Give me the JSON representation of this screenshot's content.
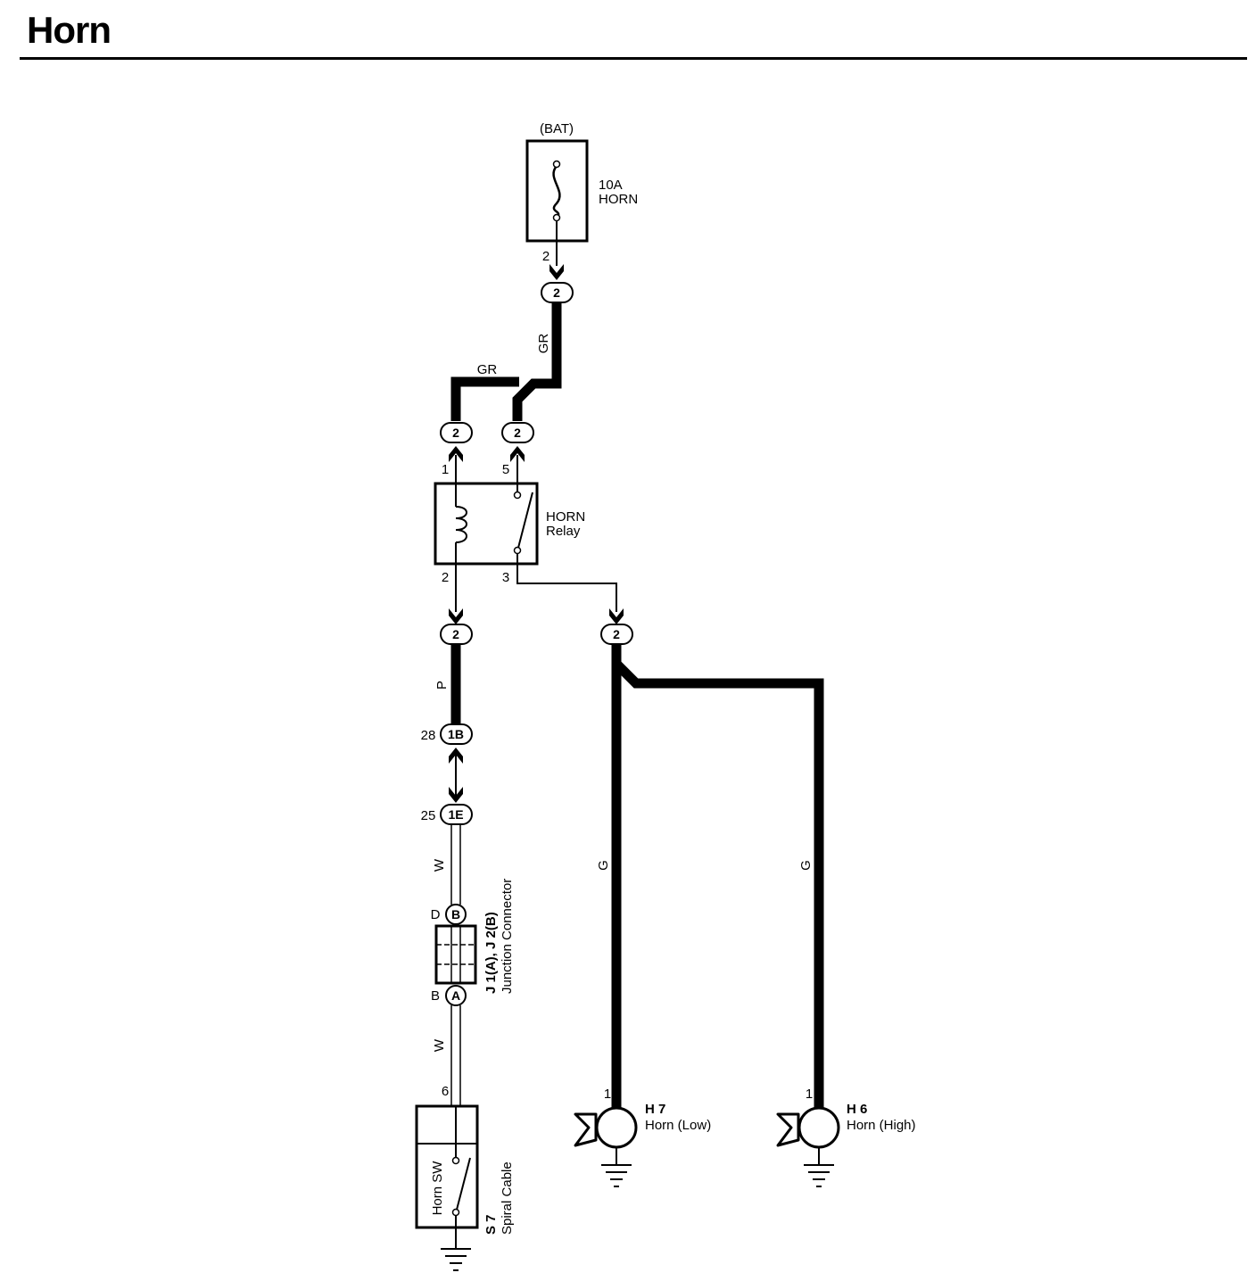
{
  "title": "Horn",
  "fuse": {
    "source": "(BAT)",
    "rating": "10A",
    "name": "HORN",
    "pin": "2"
  },
  "wires": {
    "gr_vertical": "GR",
    "gr_horizontal": "GR",
    "pink": "P",
    "white_upper": "W",
    "white_lower": "W",
    "green_left": "G",
    "green_right": "G"
  },
  "connectors": {
    "fuse_out": "2",
    "relay_pin1_conn": "2",
    "relay_pin5_conn": "2",
    "relay_pin2_conn": "2",
    "relay_pin3_conn": "2",
    "junction_1b": "1B",
    "junction_1e": "1E",
    "jc_top": "B",
    "jc_bottom": "A"
  },
  "relay": {
    "name": "HORN",
    "type": "Relay",
    "pin1": "1",
    "pin5": "5",
    "pin2": "2",
    "pin3": "3"
  },
  "pins": {
    "pin_1b": "28",
    "pin_1e": "25",
    "jc_top_pin": "D",
    "jc_bottom_pin": "B",
    "spiral_pin": "6",
    "horn_low_pin": "1",
    "horn_high_pin": "1"
  },
  "junction_connector": {
    "code": "J 1(A), J 2(B)",
    "name": "Junction Connector"
  },
  "spiral_cable": {
    "switch": "Horn SW",
    "code": "S 7",
    "name": "Spiral Cable"
  },
  "horn_low": {
    "code": "H 7",
    "name": "Horn (Low)"
  },
  "horn_high": {
    "code": "H 6",
    "name": "Horn (High)"
  }
}
